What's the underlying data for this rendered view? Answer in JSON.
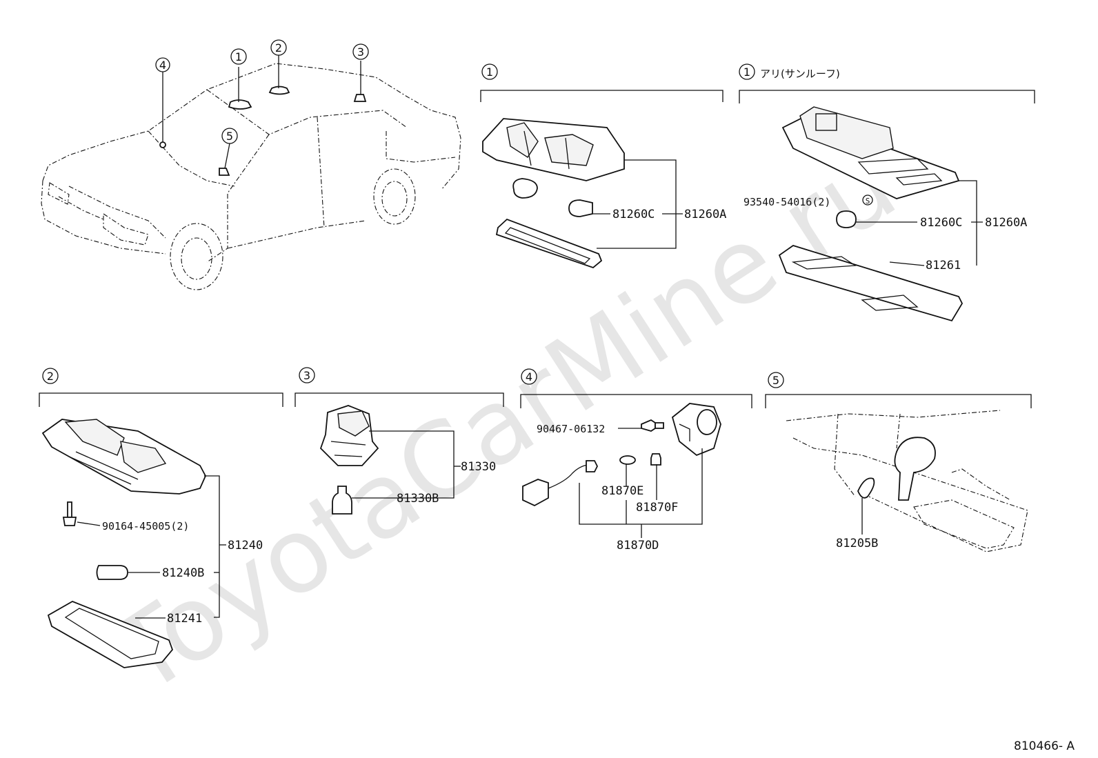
{
  "watermark": "ToyotaCarMine.ru",
  "figure_code": "810466- A",
  "overview_callouts": [
    "1",
    "2",
    "3",
    "4",
    "5"
  ],
  "sections": [
    {
      "number": "1",
      "note": ""
    },
    {
      "number": "1",
      "note": "アリ(サンルーフ)"
    },
    {
      "number": "2",
      "note": ""
    },
    {
      "number": "3",
      "note": ""
    },
    {
      "number": "4",
      "note": ""
    },
    {
      "number": "5",
      "note": ""
    }
  ],
  "part_numbers": {
    "p81260C_a": "81260C",
    "p81260A_a": "81260A",
    "p93540": "93540-54016(2)",
    "p81260C_b": "81260C",
    "p81260A_b": "81260A",
    "p81261": "81261",
    "p90164": "90164-45005(2)",
    "p81240": "81240",
    "p81240B": "81240B",
    "p81241": "81241",
    "p81330": "81330",
    "p81330B": "81330B",
    "p90467": "90467-06132",
    "p81870E": "81870E",
    "p81870F": "81870F",
    "p81870D": "81870D",
    "p81205B": "81205B"
  },
  "symbols": {
    "screw_marker": "S"
  }
}
